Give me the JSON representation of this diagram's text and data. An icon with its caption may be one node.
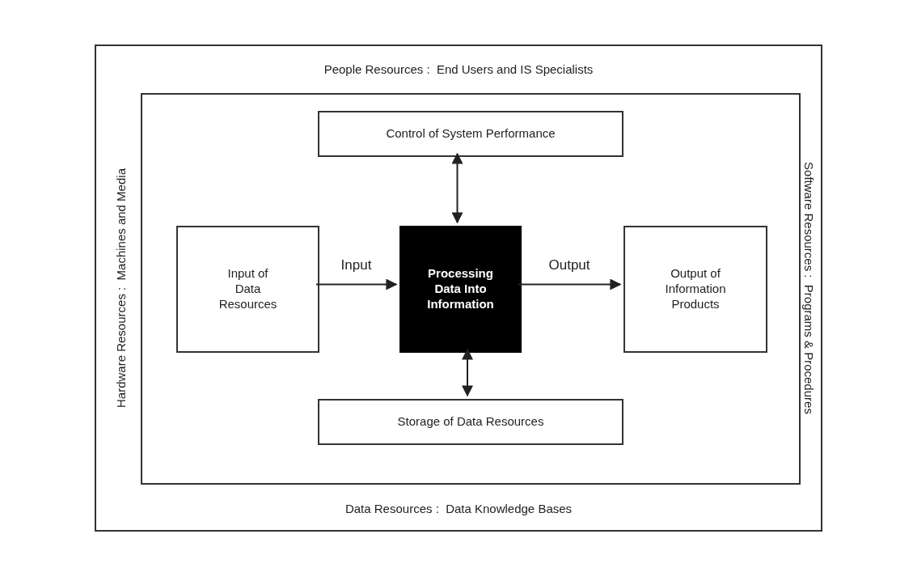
{
  "diagram": {
    "nodes": [
      {
        "text": [
          "People Resources :  End Users and IS Specialists",
          "Hardware Resources :  Machines and Media",
          "Software Resources :  Programs & Procedures",
          "Data Resources :  Data Knowledge Bases"
        ]
      },
      {
        "text": [],
        "shape": "box",
        "in": 0
      },
      {
        "text": [
          "Control of System Performance"
        ],
        "in": 1
      },
      {
        "text": [
          "Input of Data Resources"
        ],
        "in": 1
      },
      {
        "text": [
          "Processing Data Into Information"
        ],
        "in": 1
      },
      {
        "text": [
          "Output of Information Products"
        ],
        "in": 1
      },
      {
        "text": [
          "Storage of Data Resources"
        ],
        "in": 1
      }
    ],
    "edges": [
      {
        "from": 3,
        "to": 4,
        "arrow": "to",
        "label": "Input"
      },
      {
        "from": 4,
        "to": 5,
        "arrow": "to",
        "label": "Output"
      },
      {
        "from": 2,
        "to": 4,
        "arrow": "both"
      },
      {
        "from": 4,
        "to": 6,
        "arrow": "both"
      }
    ]
  }
}
